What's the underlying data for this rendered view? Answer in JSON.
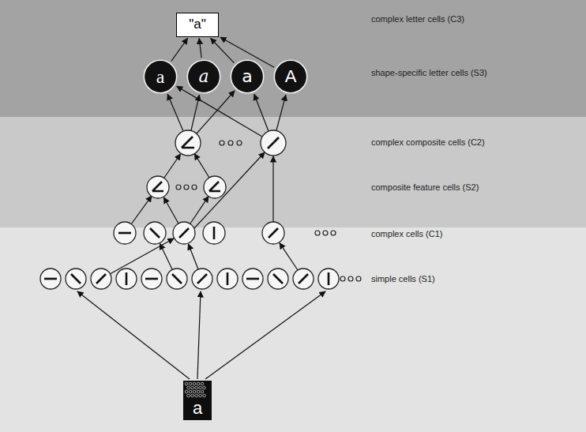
{
  "diagram": {
    "nodes": [
      {
        "text": [
          "\"a\""
        ]
      },
      {
        "text": [
          "a"
        ]
      },
      {
        "text": [
          "a"
        ]
      },
      {
        "text": [
          "a"
        ]
      },
      {
        "text": [
          "A"
        ]
      },
      {
        "text": [
          "a"
        ]
      }
    ],
    "edges": [
      {
        "from": 1,
        "to": 0,
        "arrow": "to"
      },
      {
        "from": 2,
        "to": 0,
        "arrow": "to"
      },
      {
        "from": 3,
        "to": 0,
        "arrow": "to"
      },
      {
        "from": 4,
        "to": 0,
        "arrow": "to"
      }
    ],
    "labels": [
      "complex letter cells (C3)",
      "shape-specific letter cells (S3)",
      "complex composite cells (C2)",
      "composite feature cells (S2)",
      "complex cells (C1)",
      "simple cells (S1)"
    ]
  }
}
